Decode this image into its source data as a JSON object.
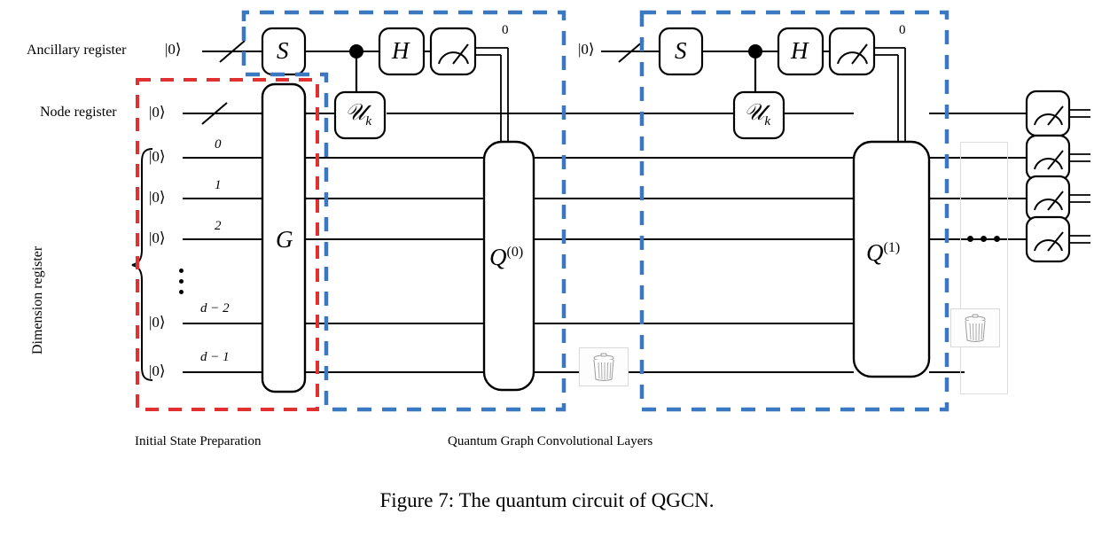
{
  "figure": {
    "caption": "Figure 7: The quantum circuit of QGCN."
  },
  "registers": {
    "ancillary_label": "Ancillary register",
    "ancillary_ket": "|0⟩",
    "node_label": "Node register",
    "node_ket": "|0⟩",
    "dimension_label": "Dimension register",
    "dimension_kets": [
      "|0⟩",
      "|0⟩",
      "|0⟩",
      "|0⟩",
      "|0⟩"
    ],
    "dimension_wire_numbers": [
      "0",
      "1",
      "2",
      "d − 2",
      "d − 1"
    ],
    "vertical_ellipsis": "⋮"
  },
  "sections": {
    "initial_state_preparation": "Initial State Preparation",
    "quantum_graph_convolutional_layers": "Quantum Graph Convolutional Layers"
  },
  "gates": {
    "g_gate": "G",
    "s_gate": "S",
    "h_gate": "H",
    "u_gate_base": "𝒰",
    "u_gate_sub": "k",
    "q0_base": "Q",
    "q0_exp": "(0)",
    "q1_base": "Q",
    "q1_exp": "(1)",
    "measure_result": "0",
    "ellipsis": "..."
  },
  "layers": [
    {
      "name": "layer-0",
      "s_gate": "S",
      "h_gate": "H",
      "u_gate": "𝒰k",
      "q_gate": "Q(0)",
      "meas_label": "0"
    },
    {
      "name": "layer-1",
      "ancilla_ket": "|0⟩",
      "s_gate": "S",
      "h_gate": "H",
      "u_gate": "𝒰k",
      "q_gate": "Q(1)",
      "meas_label": "0"
    }
  ],
  "annotations": {
    "red_box_name": "initial-state-preparation-region",
    "blue_box_0_name": "qgc-layer-0-region",
    "blue_box_1_name": "qgc-layer-1-region",
    "trash_icon_name": "trash-can-icon"
  },
  "colors": {
    "red_dashed": "#e03030",
    "blue_dashed": "#3b78c2",
    "wire": "#000000",
    "background": "#ffffff",
    "faint_border": "#dcdcdc"
  },
  "measurements": {
    "output_count": 4,
    "icon": "measure-meter-icon"
  }
}
